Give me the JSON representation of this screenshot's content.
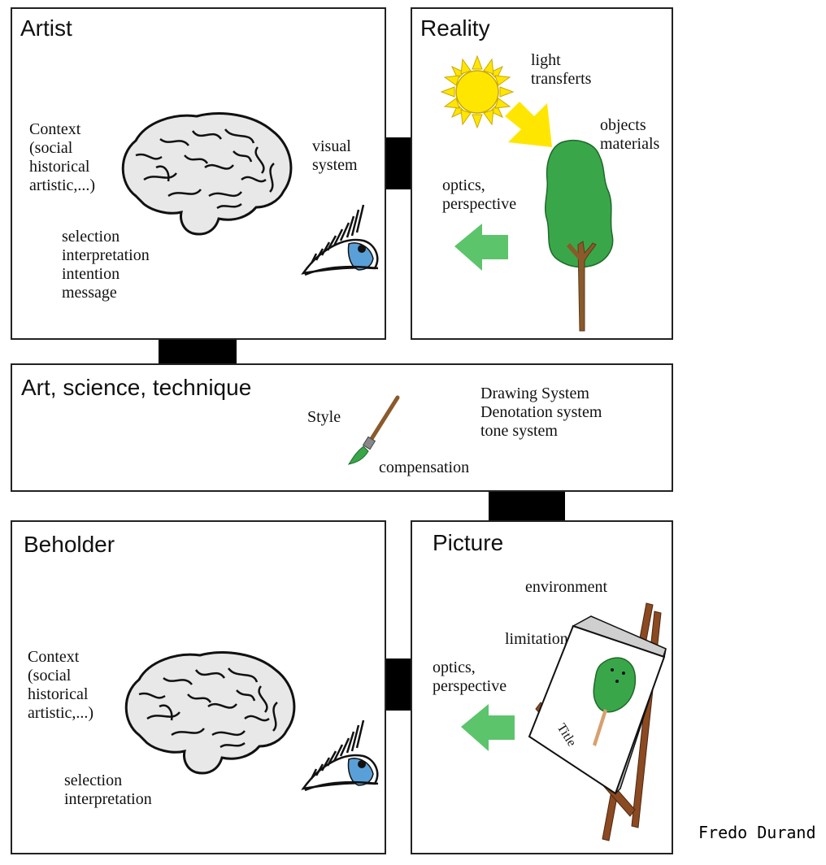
{
  "artist": {
    "title": "Artist",
    "context": "Context\n(social\nhistorical\nartistic,...)",
    "visual_system": "visual\nsystem",
    "process": "selection\ninterpretation\nintention\nmessage"
  },
  "reality": {
    "title": "Reality",
    "light": "light\ntransferts",
    "objects": "objects\nmaterials",
    "optics": "optics,\nperspective"
  },
  "art": {
    "title": "Art, science, technique",
    "style": "Style",
    "compensation": "compensation",
    "systems": "Drawing System\nDenotation system\ntone system"
  },
  "beholder": {
    "title": "Beholder",
    "context": "Context\n(social\nhistorical\nartistic,...)",
    "process": "selection\ninterpretation"
  },
  "picture": {
    "title": "Picture",
    "environment": "environment",
    "limitations": "limitations",
    "optics": "optics,\nperspective",
    "canvas_title": "Title"
  },
  "credit": "Fredo Durand",
  "colors": {
    "sun": "#ffe600",
    "arrow_yellow": "#ffe600",
    "arrow_green": "#5cc46a",
    "tree": "#3aa64a",
    "trunk": "#8b5a2b",
    "easel": "#8b4a22",
    "iris": "#5aa0d8"
  },
  "icons": [
    "brain-icon",
    "eye-icon",
    "sun-icon",
    "tree-icon",
    "brush-icon",
    "easel-icon"
  ]
}
